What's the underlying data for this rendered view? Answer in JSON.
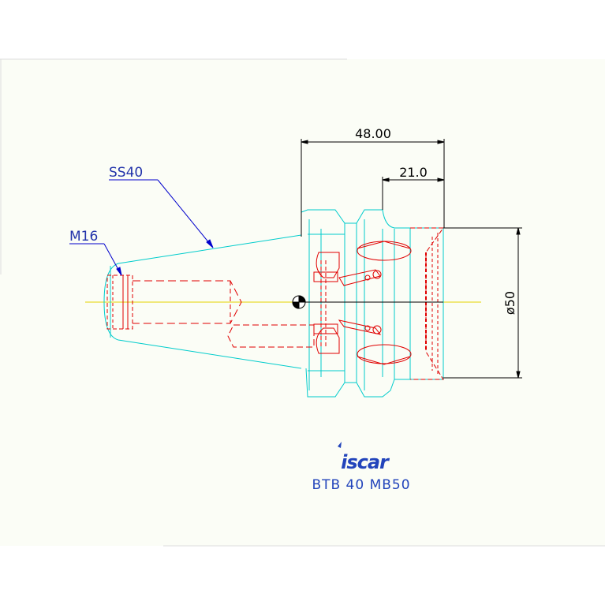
{
  "dimensions": {
    "overall_length": "48.00",
    "flange_length": "21.0",
    "diameter": "ø50"
  },
  "callouts": {
    "taper": "SS40",
    "thread": "M16"
  },
  "logo": {
    "text": "iscar"
  },
  "part_code": "BTB 40 MB50",
  "colors": {
    "outline": "#00cccc",
    "hidden": "#e00000",
    "dimension": "#000000",
    "leader": "#0000cc",
    "centerline": "#e0e000",
    "border": "#dddddd",
    "background": "#fbfdf6"
  }
}
